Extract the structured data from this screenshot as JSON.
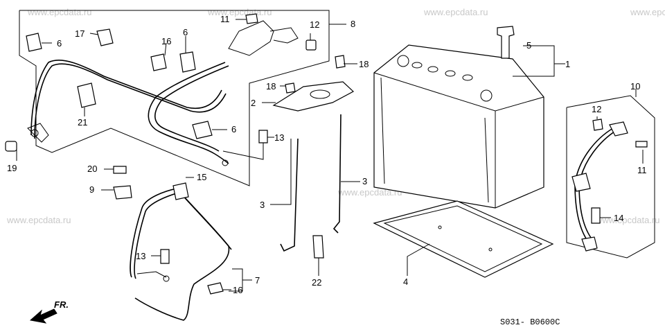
{
  "watermark": "www.epcdata.ru",
  "diagram_code": "S031- B0600C",
  "front_label": "FR.",
  "callouts": {
    "c1": "1",
    "c2": "2",
    "c3a": "3",
    "c3b": "3",
    "c4": "4",
    "c5": "5",
    "c6a": "6",
    "c6b": "6",
    "c6c": "6",
    "c7": "7",
    "c8": "8",
    "c9": "9",
    "c10": "10",
    "c11a": "11",
    "c11b": "11",
    "c12a": "12",
    "c12b": "12",
    "c13a": "13",
    "c13b": "13",
    "c14": "14",
    "c15": "15",
    "c16a": "16",
    "c16b": "16",
    "c17": "17",
    "c18a": "18",
    "c18b": "18",
    "c19": "19",
    "c20": "20",
    "c21": "21",
    "c22": "22"
  }
}
